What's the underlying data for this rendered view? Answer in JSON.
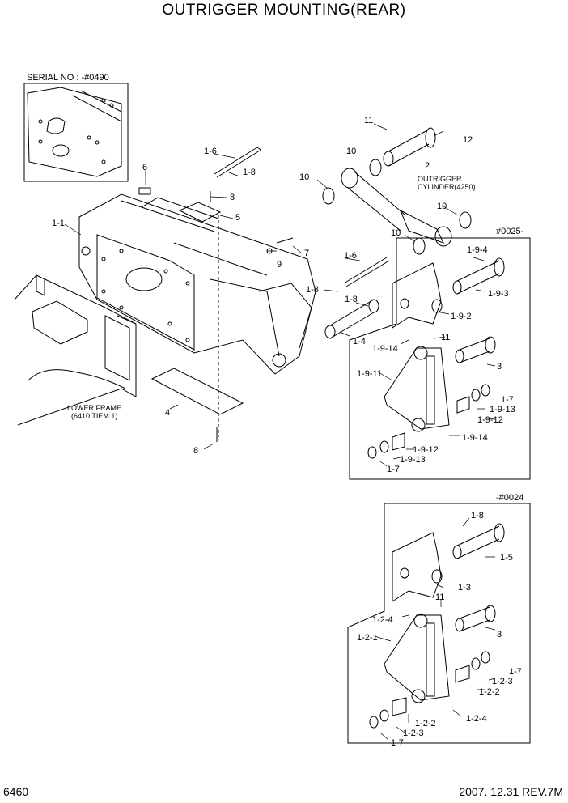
{
  "title": "OUTRIGGER MOUNTING(REAR)",
  "serial_box": "SERIAL NO : -#0490",
  "group_upper": "#0025-",
  "group_lower": "-#0024",
  "notes": {
    "lower_frame_1": "LOWER FRAME",
    "lower_frame_2": "(6410 TIEM 1)",
    "cylinder_1": "OUTRIGGER",
    "cylinder_2": "CYLINDER(4250)"
  },
  "callouts": {
    "p1_1": "1-1",
    "p1_6a": "1-6",
    "p1_8a": "1-8",
    "p6": "6",
    "p8a": "8",
    "p5": "5",
    "p10a": "10",
    "p11a": "11",
    "p2": "2",
    "p12": "12",
    "p10b": "10",
    "p10c": "10",
    "p10d": "10",
    "p7": "7",
    "p9": "9",
    "p1_6b": "1-6",
    "p1_8b": "1-8",
    "p1_8c": "1-8",
    "p1_4": "1-4",
    "p4": "4",
    "p8b": "8",
    "p1_9_4": "1-9-4",
    "p1_9_3": "1-9-3",
    "p1_9_2": "1-9-2",
    "p1_9_14a": "1-9-14",
    "p11b": "11",
    "p1_9_11": "1-9-11",
    "p3a": "3",
    "p1_7a": "1-7",
    "p1_9_13a": "1-9-13",
    "p1_9_12a": "1-9-12",
    "p1_9_14b": "1-9-14",
    "p1_9_12b": "1-9-12",
    "p1_9_13b": "1-9-13",
    "p1_7b": "1-7",
    "p1_8d": "1-8",
    "p1_5": "1-5",
    "p1_3": "1-3",
    "p11c": "11",
    "p1_2_4a": "1-2-4",
    "p1_2_1": "1-2-1",
    "p3b": "3",
    "p1_7c": "1-7",
    "p1_2_3a": "1-2-3",
    "p1_2_2a": "1-2-2",
    "p1_2_4b": "1-2-4",
    "p1_2_2b": "1-2-2",
    "p1_2_3b": "1-2-3",
    "p1_7d": "1-7"
  },
  "footer": {
    "page": "6460",
    "date": "2007. 12.31  REV.7M"
  }
}
